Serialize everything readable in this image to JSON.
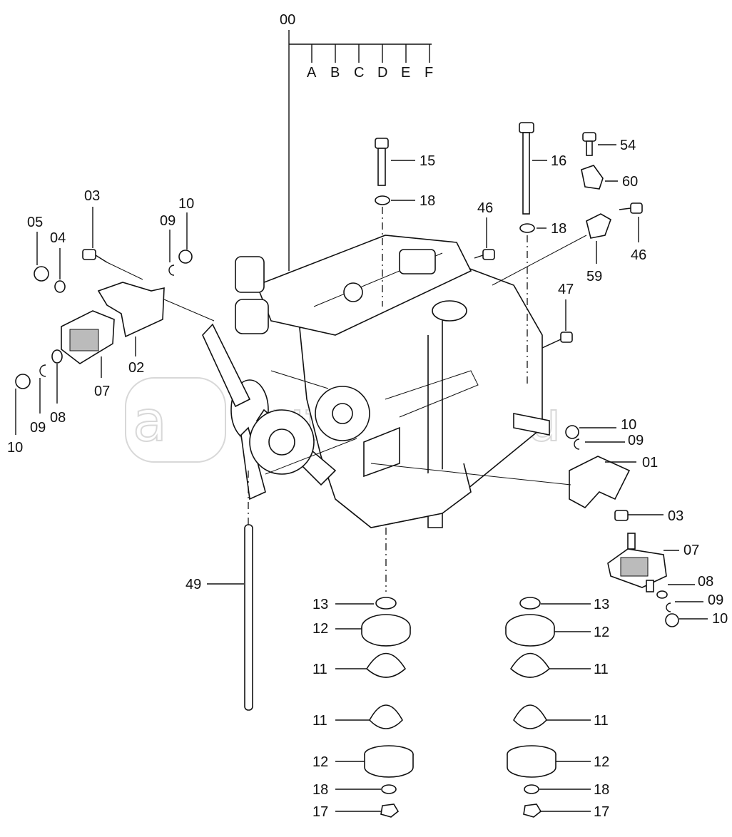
{
  "group_labels": [
    "A",
    "B",
    "C",
    "D",
    "E",
    "F"
  ],
  "watermark": "autopiter.ru",
  "labels": {
    "l00": "00",
    "l15": "15",
    "l16": "16",
    "l18a": "18",
    "l18b": "18",
    "l54": "54",
    "l60": "60",
    "l46a": "46",
    "l46b": "46",
    "l59": "59",
    "l47": "47",
    "l03a": "03",
    "l05": "05",
    "l04": "04",
    "l09a": "09",
    "l10a": "10",
    "l02": "02",
    "l07a": "07",
    "l10b": "10",
    "l09b": "09",
    "l08a": "08",
    "l10c": "10",
    "l09c": "09",
    "l01": "01",
    "l03b": "03",
    "l07b": "07",
    "l08b": "08",
    "l09d": "09",
    "l10d": "10",
    "l49": "49",
    "l13a": "13",
    "l12a": "12",
    "l11a": "11",
    "l11b": "11",
    "l12b": "12",
    "l18c": "18",
    "l17a": "17",
    "l13b": "13",
    "l12c": "12",
    "l11c": "11",
    "l11d": "11",
    "l12d": "12",
    "l18d": "18",
    "l17b": "17"
  }
}
